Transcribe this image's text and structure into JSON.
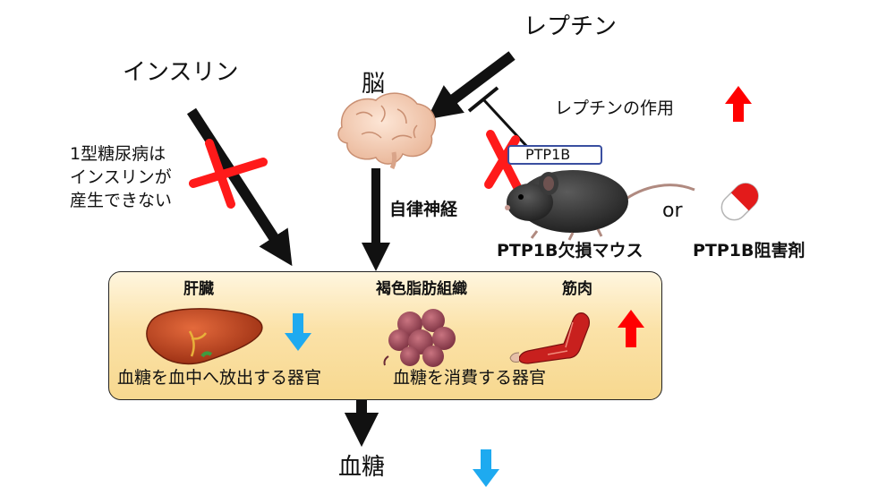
{
  "labels": {
    "insulin": "インスリン",
    "leptin": "レプチン",
    "brain": "脳",
    "diabetes_note": [
      "1型糖尿病は",
      "インスリンが",
      "産生できない"
    ],
    "leptin_action": "レプチンの作用",
    "ptp1b_tag": "PTP1B",
    "autonomic": "自律神経",
    "or": "or",
    "knockout_mouse": "PTP1B欠損マウス",
    "inhibitor": "PTP1B阻害剤",
    "liver": "肝臓",
    "brown_fat": "褐色脂肪組織",
    "muscle": "筋肉",
    "release_organ": "血糖を血中へ放出する器官",
    "consume_organ": "血糖を消費する器官",
    "blood_glucose": "血糖"
  },
  "colors": {
    "up_arrow": "#ff0000",
    "down_arrow": "#1eaaf0",
    "cross": "#ff1a1a",
    "box_fill": "#f9dd98",
    "tag_border": "#3a4fa0"
  },
  "icons": [
    "brain-icon",
    "mouse-icon",
    "pill-icon",
    "liver-icon",
    "brown-fat-icon",
    "muscle-icon"
  ]
}
